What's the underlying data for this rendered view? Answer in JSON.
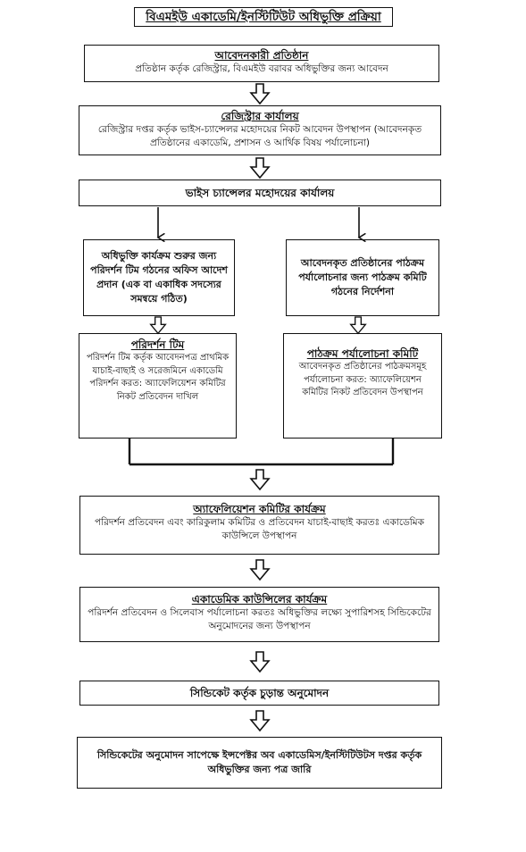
{
  "page_title": "বিএমইউ একাডেমি/ইনস্টিটিউট অধিভুক্তি প্রক্রিয়া",
  "steps": {
    "applicant": {
      "title": "আবেদনকারী প্রতিষ্ঠান",
      "text": "প্রতিষ্ঠান কর্তৃক রেজিস্ট্রার, বিএমইউ বরাবর অধিভুক্তির জন্য আবেদন"
    },
    "registrar": {
      "title": "রেজিস্ট্রার কার্যালয়",
      "text": "রেজিস্ট্রার দপ্তর কর্তৃক ভাইস-চ্যান্সেলর মহোদয়ের নিকট আবেদন উপস্থাপন (আবেদনকৃত প্রতিষ্ঠানের একাডেমি, প্রশাসন ও আর্থিক বিষয় পর্যালোচনা)"
    },
    "vc_office": {
      "title": "ভাইস চ্যান্সেলর মহোদয়ের কার্যালয়"
    },
    "inspection_order": {
      "text": "অধিভুক্তি কার্যক্রম শুরুর জন্য পরিদর্শন টিম গঠনের অফিস আদেশ প্রদান (এক বা একাধিক সদস্যের সমন্বয়ে গঠিত)"
    },
    "curriculum_order": {
      "text": "আবেদনকৃত প্রতিষ্ঠানের পাঠক্রম পর্যালোচনার জন্য পাঠক্রম কমিটি গঠনের নির্দেশনা"
    },
    "inspection_team": {
      "title": "পরিদর্শন টিম",
      "text": "পরিদর্শন টিম কর্তৃক আবেদনপত্র প্রাথমিক যাচাই-বাছাই ও সরেজমিনে একাডেমি পরিদর্শন করত: অ্যাফেলিয়েশন কমিটির নিকট প্রতিবেদন দাখিল"
    },
    "curriculum_committee": {
      "title": "পাঠক্রম পর্যালোচনা কমিটি",
      "text": "আবেদনকৃত প্রতিষ্ঠানের পাঠক্রমসমূহ পর্যালোচনা করত: অ্যাফেলিয়েশন কমিটির নিকট প্রতিবেদন উপস্থাপন"
    },
    "affiliation_committee": {
      "title": "অ্যাফেলিয়েশন কমিটির কার্যক্রম",
      "text": "পরিদর্শন প্রতিবেদন এবং কারিকুলাম কমিটির ও প্রতিবেদন যাচাই-বাছাই করতঃ একাডেমিক কাউন্সিলে উপস্থাপন"
    },
    "academic_council": {
      "title": "একাডেমিক কাউন্সিলের কার্যক্রম",
      "text": "পরিদর্শন প্রতিবেদন ও সিলেবাস পর্যালোচনা করতঃ অধিভুক্তির লক্ষ্যে সুপারিশসহ সিন্ডিকেটের অনুমোদনের জন্য উপস্থাপন"
    },
    "syndicate": {
      "title": "সিন্ডিকেট কর্তৃক চুড়ান্ত অনুমোদন"
    },
    "final_letter": {
      "text": "সিন্ডিকেটের অনুমোদন সাপেক্ষে ইন্সপেক্টর অব একাডেমিস/ইনস্টিটিউটস দপ্তর কর্তৃক অধিভুক্তির জন্য পত্র জারি"
    }
  }
}
